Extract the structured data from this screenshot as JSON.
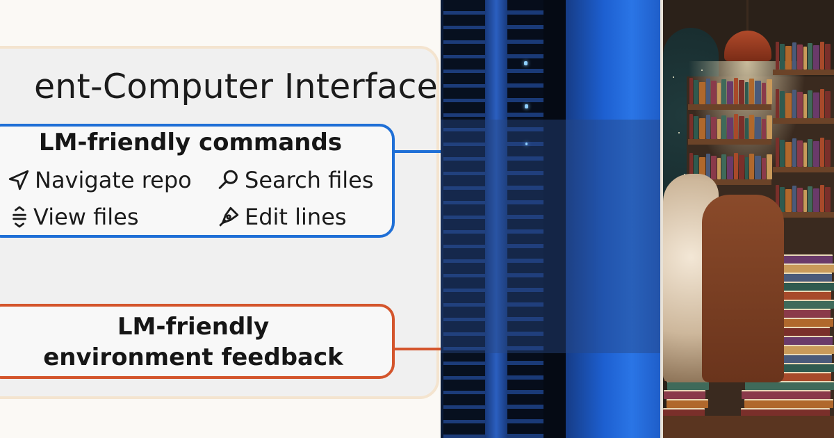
{
  "left_panel": {
    "title": "ent-Computer Interface",
    "commands_box": {
      "title": "LM-friendly commands",
      "commands": [
        {
          "label": "Navigate repo",
          "icon": "navigation-arrow-icon"
        },
        {
          "label": "Search files",
          "icon": "magnifier-icon"
        },
        {
          "label": "View files",
          "icon": "scroll-lines-icon"
        },
        {
          "label": "Edit lines",
          "icon": "pen-nib-icon"
        }
      ],
      "border_color": "#1f6fd6"
    },
    "feedback_box": {
      "line1": "LM-friendly",
      "line2": "environment feedback",
      "border_color": "#d4552c"
    }
  },
  "middle_panel": {
    "subject": "blue-lit server rack"
  },
  "right_panel": {
    "subject": "cozy library with stacks of books"
  }
}
